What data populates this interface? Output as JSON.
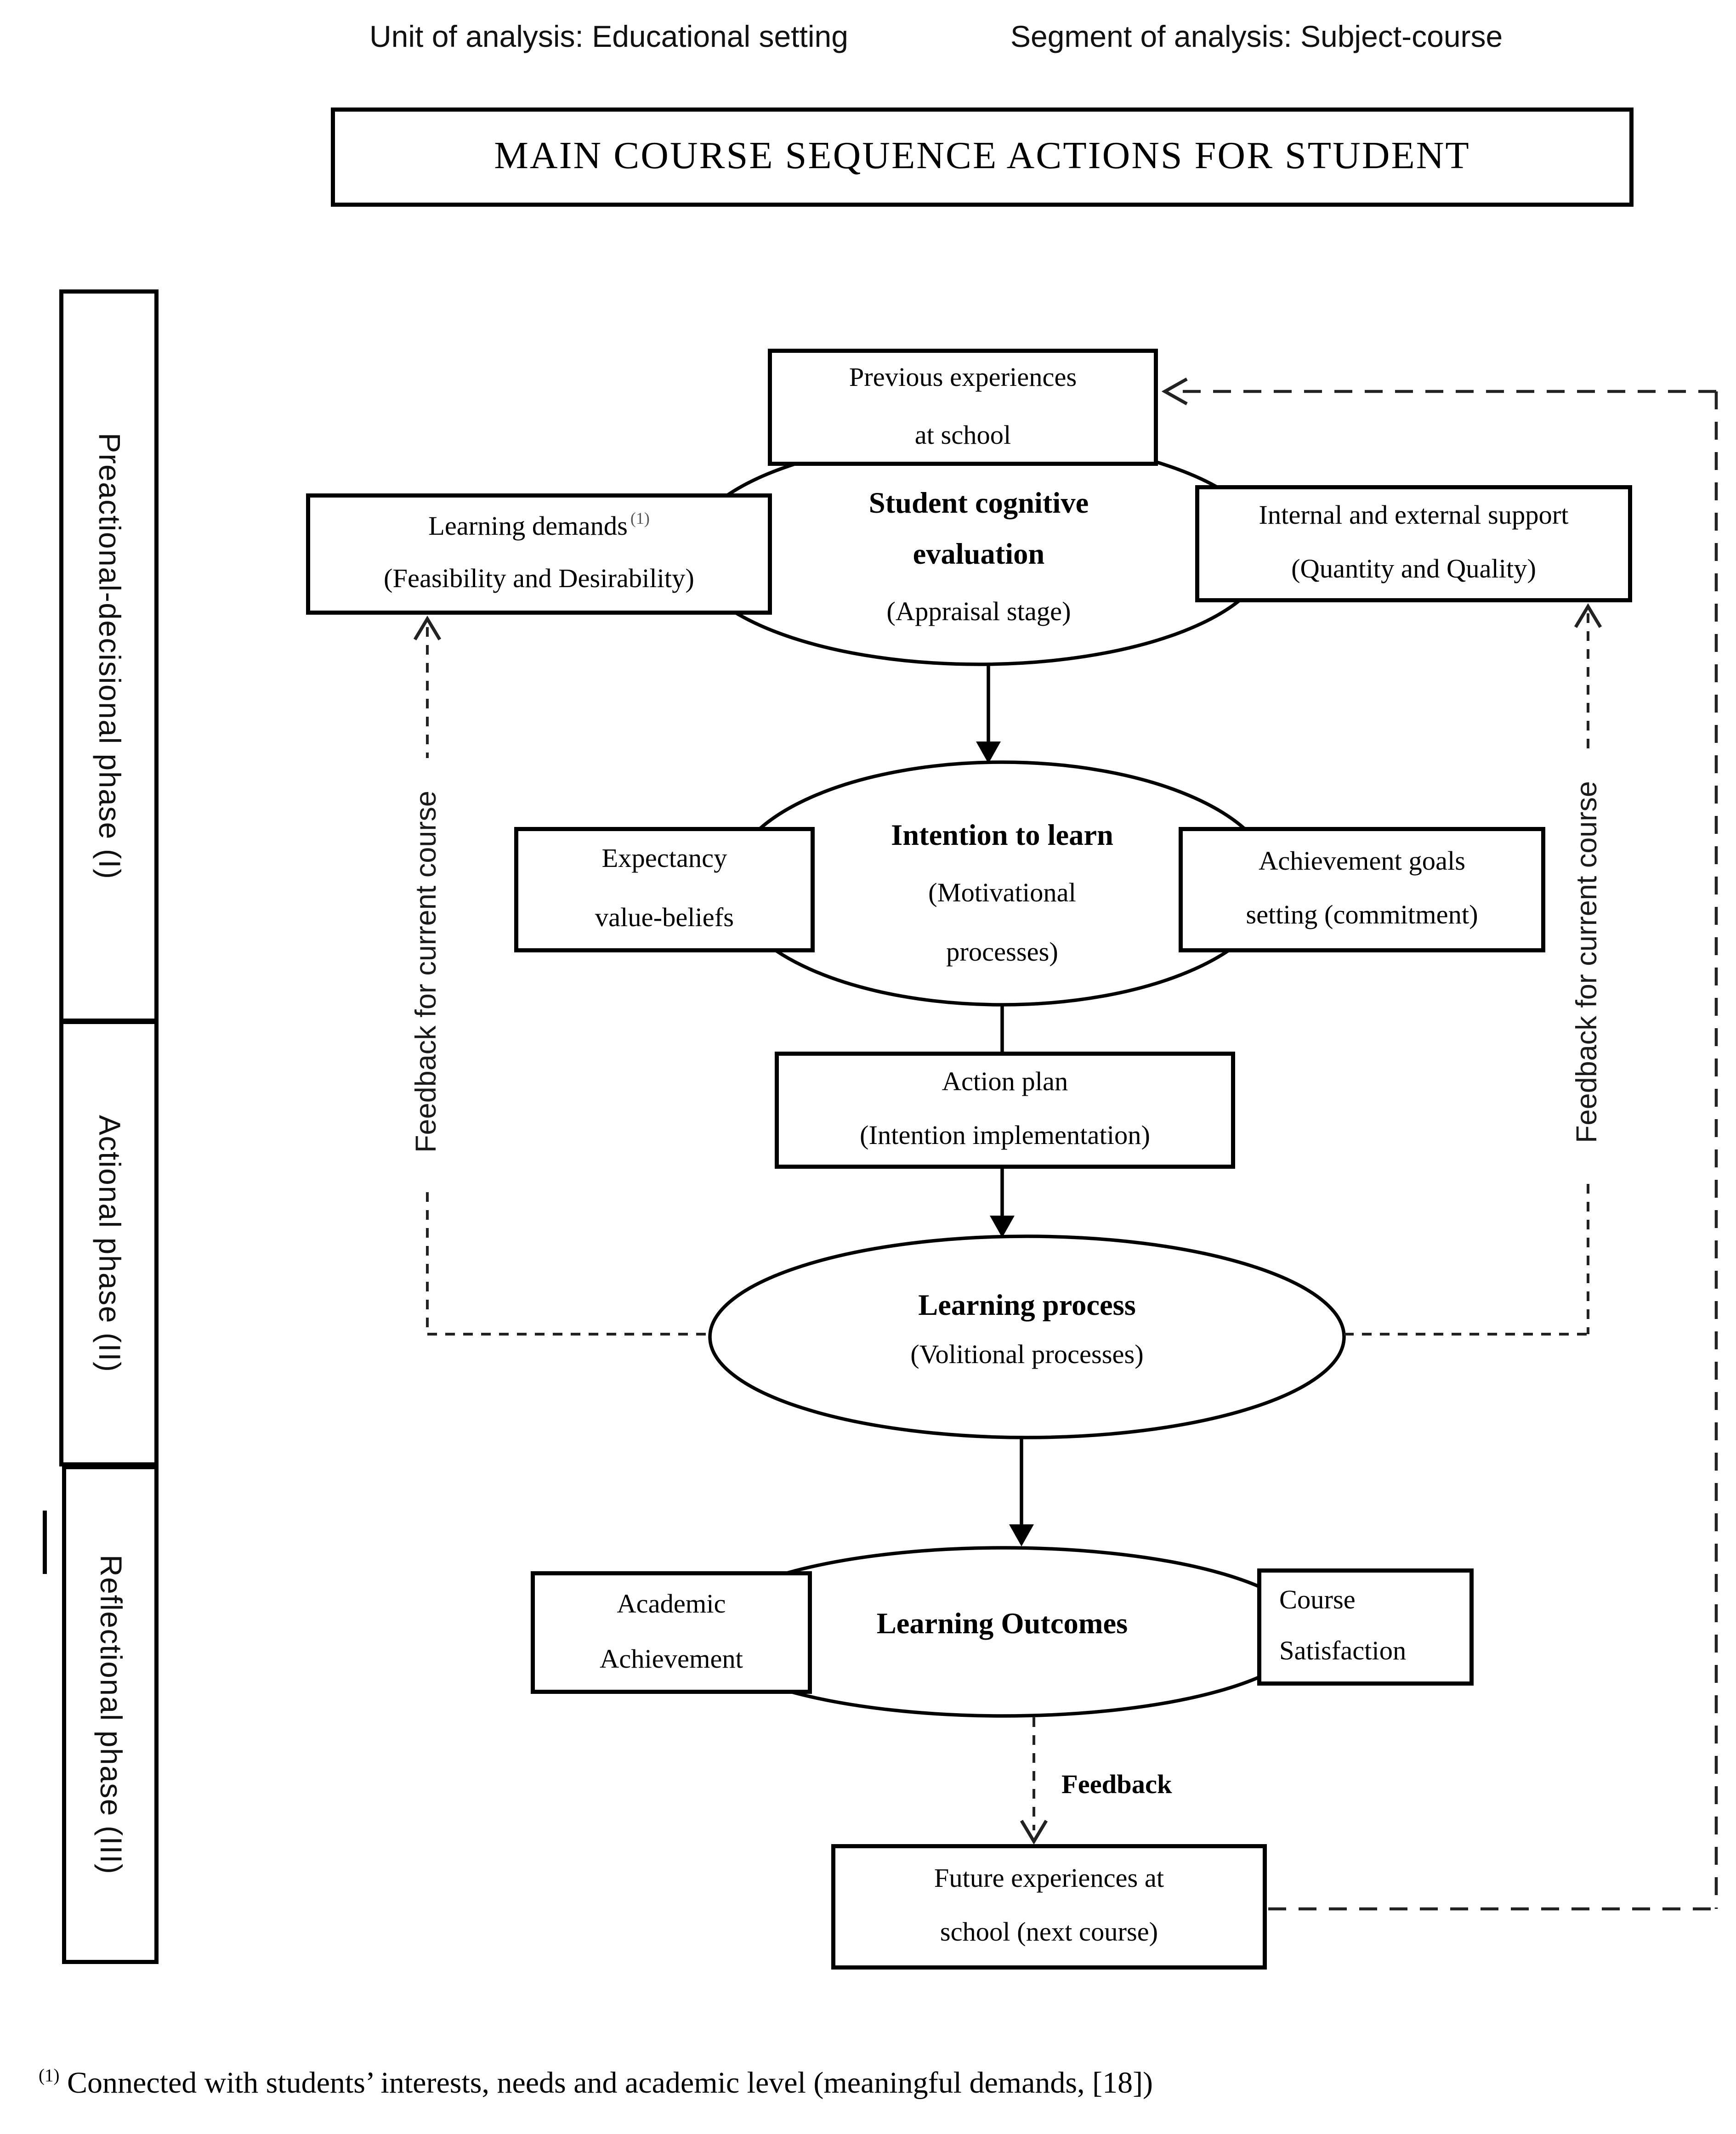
{
  "meta": {
    "unit_label": "Unit of analysis: Educational setting",
    "segment_label": "Segment of analysis: Subject-course"
  },
  "title": "MAIN COURSE SEQUENCE ACTIONS FOR STUDENT",
  "phases": [
    {
      "label": "Preactional-decisional phase (I)"
    },
    {
      "label": "Actional phase (II)"
    },
    {
      "label": "Reflectional phase (III)"
    }
  ],
  "rails": {
    "left": "Feedback for current course",
    "right": "Feedback for current course"
  },
  "nodes": {
    "previous_experiences": {
      "lines": [
        "Previous experiences",
        "at school"
      ]
    },
    "cognitive_evaluation": {
      "bold1": "Student cognitive",
      "bold2": "evaluation",
      "sub": "(Appraisal stage)"
    },
    "learning_demands": {
      "line1": "Learning demands",
      "sup": "(1)",
      "line2": "(Feasibility and Desirability)"
    },
    "support": {
      "lines": [
        "Internal and external support",
        "(Quantity and Quality)"
      ]
    },
    "intention": {
      "bold": "Intention to learn",
      "sub1": "(Motivational",
      "sub2": "processes)"
    },
    "expectancy": {
      "lines": [
        "Expectancy",
        "value-beliefs"
      ]
    },
    "goals": {
      "lines": [
        "Achievement goals",
        "setting (commitment)"
      ]
    },
    "action_plan": {
      "lines": [
        "Action plan",
        "(Intention implementation)"
      ]
    },
    "learning_process": {
      "bold": "Learning process",
      "sub": "(Volitional processes)"
    },
    "outcomes": {
      "bold": "Learning Outcomes"
    },
    "academic": {
      "lines": [
        "Academic",
        "Achievement"
      ]
    },
    "course_satisfaction": {
      "lines": [
        "Course",
        "Satisfaction"
      ]
    },
    "future_experiences": {
      "lines": [
        "Future experiences at",
        "school (next course)"
      ]
    }
  },
  "labels": {
    "feedback": "Feedback"
  },
  "footnote": {
    "sup": "(1)",
    "text": " Connected with students’ interests, needs and academic level (meaningful demands, [18])"
  },
  "colors": {
    "ink": "#000000",
    "background": "#ffffff"
  }
}
